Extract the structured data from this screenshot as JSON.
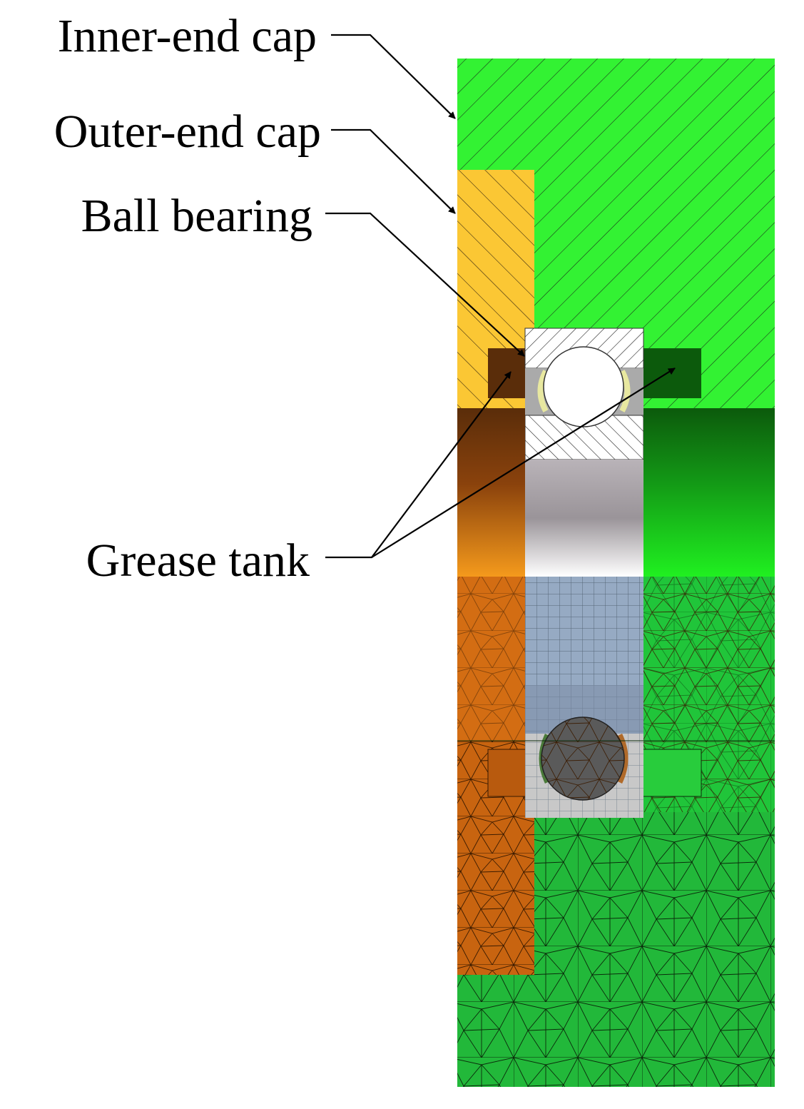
{
  "labels": {
    "inner_end_cap": "Inner-end cap",
    "outer_end_cap": "Outer-end cap",
    "ball_bearing": "Ball bearing",
    "grease_tank": "Grease tank"
  },
  "colors": {
    "inner_cap": "#33f233",
    "outer_cap": "#fbc734",
    "grease_tank_left": "#5a2d0a",
    "grease_tank_right": "#0c5a0c",
    "mesh_orange": "#c86410",
    "mesh_green": "#22b83a",
    "mesh_steel": "#96aac3",
    "ball_mesh": "#5a5a5a"
  },
  "icons": [
    "arrow-icon"
  ]
}
